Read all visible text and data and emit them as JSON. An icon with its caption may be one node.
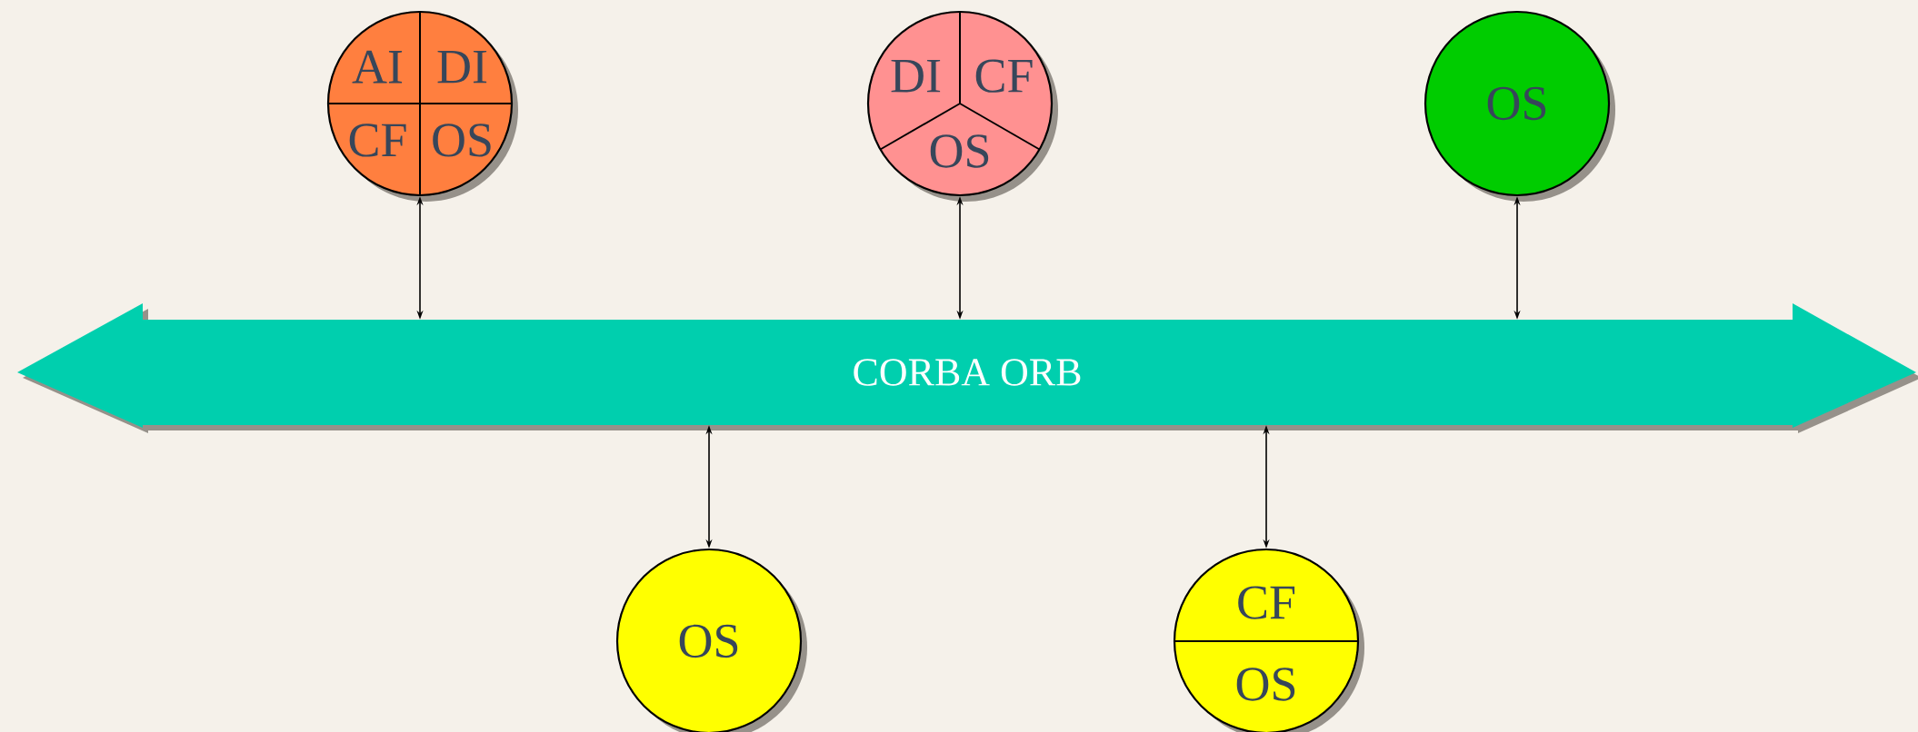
{
  "diagram": {
    "nodes": [
      {
        "text": [
          "AI",
          "DI",
          "CF",
          "OS"
        ]
      },
      {
        "text": [
          "DI",
          "CF",
          "OS"
        ]
      },
      {
        "text": [
          "OS"
        ]
      },
      {
        "text": [
          "CORBA ORB"
        ]
      },
      {
        "text": [
          "OS"
        ]
      },
      {
        "text": [
          "CF",
          "OS"
        ]
      }
    ],
    "edges": [
      {
        "from": 0,
        "to": 3,
        "arrow": "both"
      },
      {
        "from": 1,
        "to": 3,
        "arrow": "both"
      },
      {
        "from": 2,
        "to": 3,
        "arrow": "both"
      },
      {
        "from": 4,
        "to": 3,
        "arrow": "both"
      },
      {
        "from": 5,
        "to": 3,
        "arrow": "both"
      }
    ]
  }
}
